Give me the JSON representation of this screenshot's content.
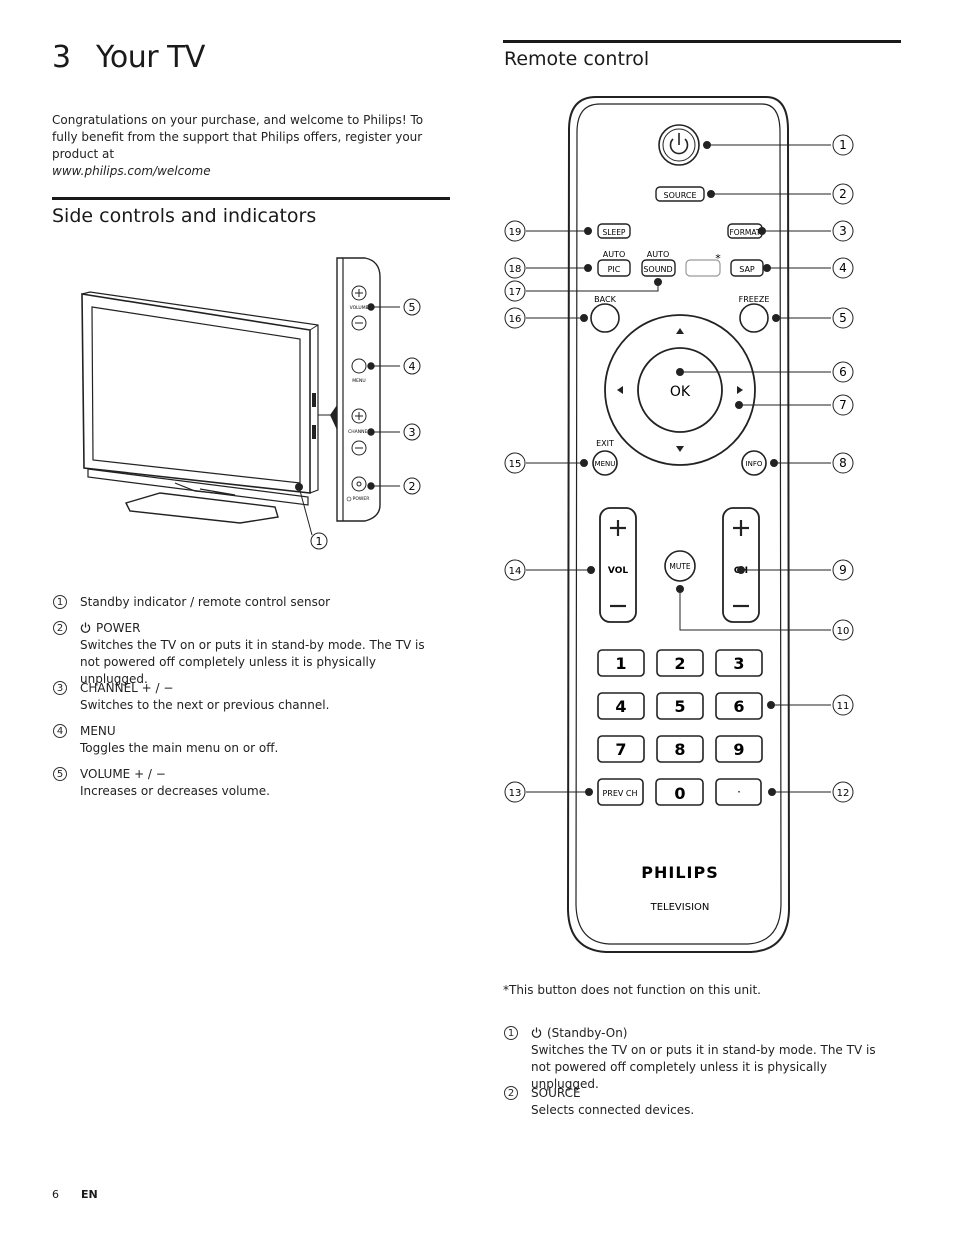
{
  "chapter": {
    "number": "3",
    "title": "Your TV"
  },
  "intro": {
    "text": "Congratulations on your purchase, and welcome to Philips! To fully benefit from the support that Philips offers, register your product at",
    "url": "www.philips.com/welcome"
  },
  "side_section": {
    "heading": "Side controls and indicators",
    "panel_labels": {
      "volume": "VOLUME",
      "menu": "MENU",
      "channel": "CHANNEL",
      "power": "POWER"
    },
    "callouts": [
      "1",
      "2",
      "3",
      "4",
      "5"
    ],
    "items": [
      {
        "num": "1",
        "title": "Standby indicator / remote control sensor",
        "desc": ""
      },
      {
        "num": "2",
        "title": "POWER",
        "desc": "Switches the TV on or puts it in stand-by mode. The TV is not powered off completely unless it is physically unplugged."
      },
      {
        "num": "3",
        "title": "CHANNEL + / −",
        "desc": "Switches to the next or previous channel."
      },
      {
        "num": "4",
        "title": "MENU",
        "desc": "Toggles the main menu on or off."
      },
      {
        "num": "5",
        "title": "VOLUME + / −",
        "desc": "Increases or decreases volume."
      }
    ]
  },
  "remote_section": {
    "heading": "Remote control",
    "buttons": {
      "source": "SOURCE",
      "sleep": "SLEEP",
      "format": "FORMAT",
      "auto1": "AUTO",
      "pic": "PIC",
      "auto2": "AUTO",
      "sound": "SOUND",
      "sap": "SAP",
      "back": "BACK",
      "freeze": "FREEZE",
      "ok": "OK",
      "exit": "EXIT",
      "menu": "MENU",
      "info": "INFO",
      "vol": "VOL",
      "ch": "CH",
      "mute": "MUTE",
      "prevch": "PREV CH",
      "dot": "·",
      "asterisk": "*",
      "digits": [
        "1",
        "2",
        "3",
        "4",
        "5",
        "6",
        "7",
        "8",
        "9",
        "0"
      ]
    },
    "brand": "PHILIPS",
    "brand_sub": "TELEVISION",
    "callouts_right": [
      "1",
      "2",
      "3",
      "4",
      "5",
      "6",
      "7",
      "8",
      "9",
      "10",
      "11",
      "12"
    ],
    "callouts_left": [
      "19",
      "18",
      "17",
      "16",
      "15",
      "14",
      "13"
    ],
    "footnote": "*This button does not function on this unit.",
    "items": [
      {
        "num": "1",
        "title": "(Standby-On)",
        "desc": "Switches the TV on or puts it in stand-by mode. The TV is not powered off completely unless it is physically unplugged."
      },
      {
        "num": "2",
        "title": "SOURCE",
        "desc": "Selects connected devices."
      }
    ]
  },
  "footer": {
    "page": "6",
    "lang": "EN"
  }
}
